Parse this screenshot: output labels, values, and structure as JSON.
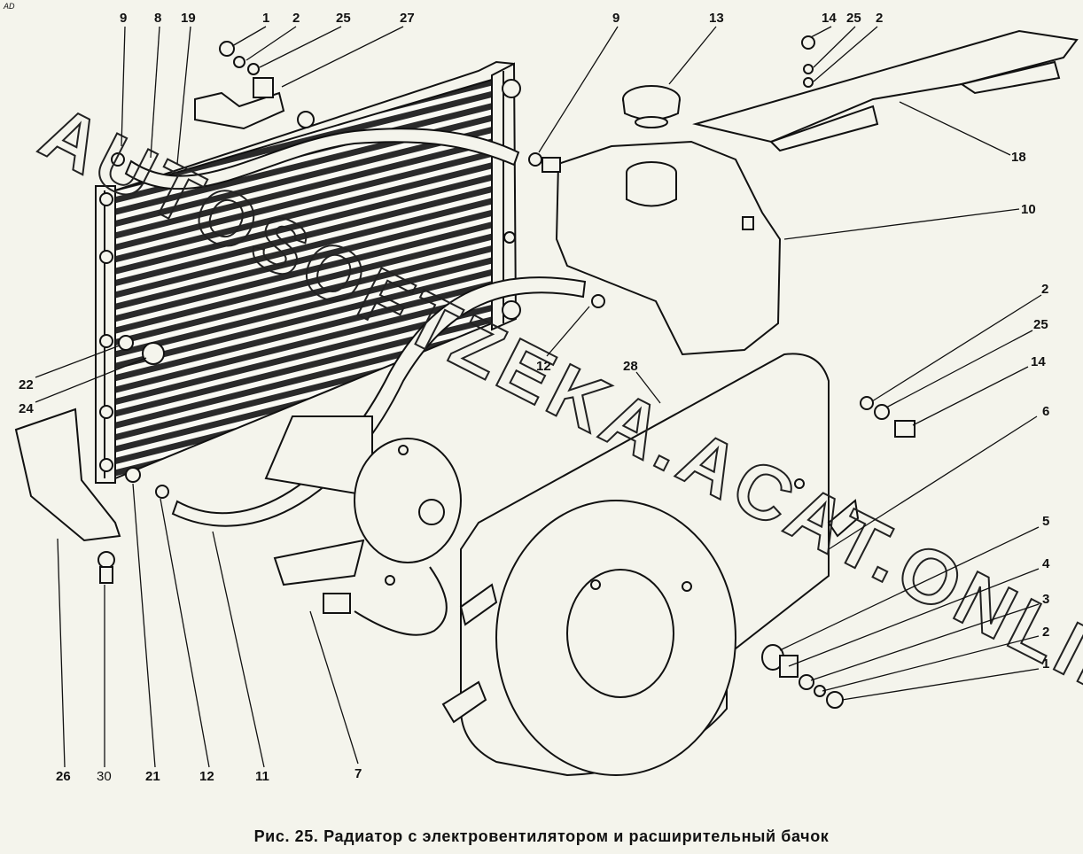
{
  "corner_mark": "AD",
  "caption": "Рис. 25. Радиатор с электровентилятором и расширительный бачок",
  "watermark": "AUTOSOFTZEKA.ACAT.ONLINE",
  "callouts": {
    "c9a": "9",
    "c8": "8",
    "c19": "19",
    "c1a": "1",
    "c2a": "2",
    "c25a": "25",
    "c27": "27",
    "c9b": "9",
    "c13": "13",
    "c14a": "14",
    "c25b": "25",
    "c2b": "2",
    "c18": "18",
    "c10": "10",
    "c2c": "2",
    "c25c": "25",
    "c14b": "14",
    "c6": "6",
    "c12a": "12",
    "c28": "28",
    "c22": "22",
    "c24": "24",
    "c5": "5",
    "c4": "4",
    "c3": "3",
    "c2d": "2",
    "c1b": "1",
    "c26": "26",
    "c30": "30",
    "c21": "21",
    "c12b": "12",
    "c11": "11",
    "c7": "7"
  }
}
